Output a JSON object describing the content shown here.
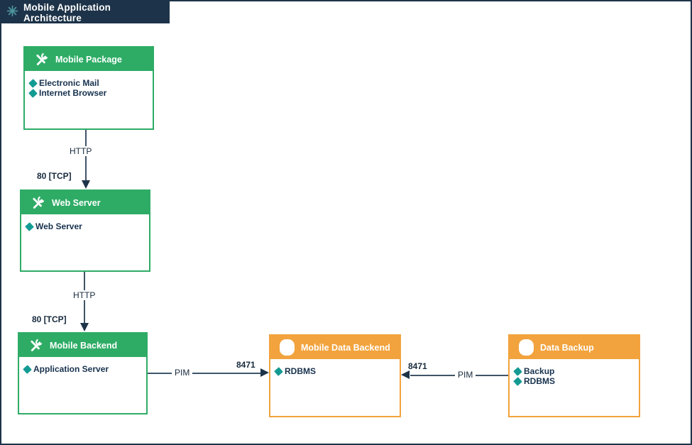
{
  "diagram": {
    "title": "Mobile Application Architecture",
    "colors": {
      "navy": "#1d3349",
      "green": "#2eac66",
      "orange": "#f2a33d",
      "teal": "#139b93",
      "line": "#3f5468"
    },
    "nodes": [
      {
        "title": "Mobile Package",
        "kind": "application",
        "items": [
          "Electronic Mail",
          "Internet Browser"
        ]
      },
      {
        "title": "Web Server",
        "kind": "application",
        "items": [
          "Web Server"
        ]
      },
      {
        "title": "Mobile Backend",
        "kind": "application",
        "items": [
          "Application Server"
        ]
      },
      {
        "title": "Mobile Data Backend",
        "kind": "database",
        "items": [
          "RDBMS"
        ]
      },
      {
        "title": "Data Backup",
        "kind": "database",
        "items": [
          "Backup",
          "RDBMS"
        ]
      }
    ],
    "connections": [
      {
        "from": "Mobile Package",
        "to": "Web Server",
        "direction": "down",
        "protocol": "HTTP",
        "port": "80 [TCP]"
      },
      {
        "from": "Web Server",
        "to": "Mobile Backend",
        "direction": "down",
        "protocol": "HTTP",
        "port": "80 [TCP]"
      },
      {
        "from": "Mobile Backend",
        "to": "Mobile Data Backend",
        "direction": "right",
        "protocol": "PIM",
        "port": "8471"
      },
      {
        "from": "Data Backup",
        "to": "Mobile Data Backend",
        "direction": "left",
        "protocol": "PIM",
        "port": "8471"
      }
    ]
  }
}
